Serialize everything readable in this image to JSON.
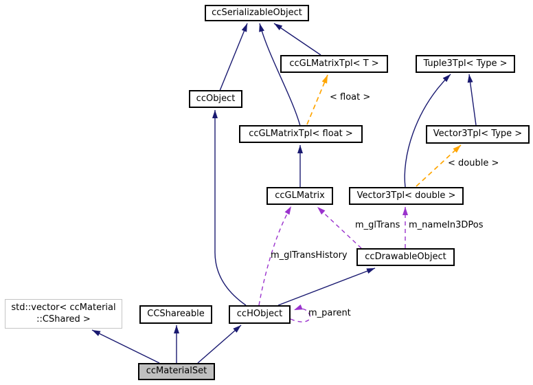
{
  "colors": {
    "inheritance": "#191970",
    "usage": "#9a32cd",
    "template": "#ffa500",
    "node_fill": "#ffffff",
    "selected_fill": "#bfbfbf",
    "border": "#000000",
    "muted_border": "#c4c4c4"
  },
  "nodes": {
    "serializable": {
      "label": "ccSerializableObject"
    },
    "glmatrix_tpl_t": {
      "label": "ccGLMatrixTpl< T >"
    },
    "tuple3tpl": {
      "label": "Tuple3Tpl< Type >"
    },
    "ccobject": {
      "label": "ccObject"
    },
    "glmatrix_tpl_float": {
      "label": "ccGLMatrixTpl< float >"
    },
    "vector3tpl_type": {
      "label": "Vector3Tpl< Type >"
    },
    "ccglmatrix": {
      "label": "ccGLMatrix"
    },
    "vector3tpl_double": {
      "label": "Vector3Tpl< double >"
    },
    "drawable": {
      "label": "ccDrawableObject"
    },
    "stdvector": {
      "label_line1": "std::vector< ccMaterial",
      "label_line2": "::CShared >"
    },
    "ccshareable": {
      "label": "CCShareable"
    },
    "cchobject": {
      "label": "ccHObject"
    },
    "materialset": {
      "label": "ccMaterialSet"
    }
  },
  "edge_labels": {
    "template_float": "< float >",
    "template_double": "< double >",
    "m_gltrans": "m_glTrans",
    "m_namein3dpos": "m_nameIn3DPos",
    "m_gltranshistory": "m_glTransHistory",
    "m_parent": "m_parent"
  }
}
